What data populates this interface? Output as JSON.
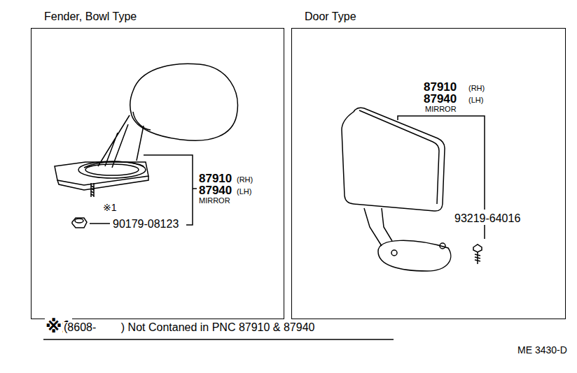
{
  "diagram": {
    "nodes": [
      {
        "text": [
          "Fender, Bowl Type"
        ]
      },
      {
        "text": [
          "Door Type"
        ]
      }
    ],
    "labels": [
      "87910",
      "(RH)",
      "87940",
      "(LH)",
      "MIRROR",
      "※1",
      "90179-08123",
      "87910",
      "(RH)",
      "87940",
      "(LH)",
      "MIRROR",
      "93219-64016",
      "※1",
      "(8608-        ) Not Contaned in PNC 87910 & 87940",
      "ME 3430-D"
    ]
  }
}
